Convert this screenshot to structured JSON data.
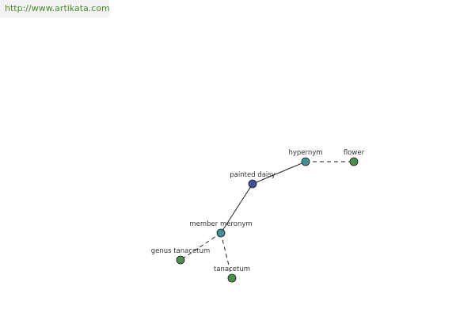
{
  "site": {
    "url": "http://www.artikata.com"
  },
  "colors": {
    "central": "#3d4f9a",
    "relation": "#3f8f93",
    "term": "#4d8f4a"
  },
  "graph": {
    "nodes": [
      {
        "id": "painted_daisy",
        "label": "painted daisy",
        "kind": "central"
      },
      {
        "id": "hypernym",
        "label": "hypernym",
        "kind": "relation"
      },
      {
        "id": "flower",
        "label": "flower",
        "kind": "term"
      },
      {
        "id": "member_meronym",
        "label": "member meronym",
        "kind": "relation"
      },
      {
        "id": "genus_tanacetum",
        "label": "genus tanacetum",
        "kind": "term"
      },
      {
        "id": "tanacetum",
        "label": "tanacetum",
        "kind": "term"
      }
    ],
    "edges": [
      {
        "from": "painted_daisy",
        "to": "hypernym",
        "style": "solid"
      },
      {
        "from": "hypernym",
        "to": "flower",
        "style": "dashed"
      },
      {
        "from": "painted_daisy",
        "to": "member_meronym",
        "style": "solid"
      },
      {
        "from": "member_meronym",
        "to": "genus_tanacetum",
        "style": "dashed"
      },
      {
        "from": "member_meronym",
        "to": "tanacetum",
        "style": "dashed"
      }
    ]
  }
}
